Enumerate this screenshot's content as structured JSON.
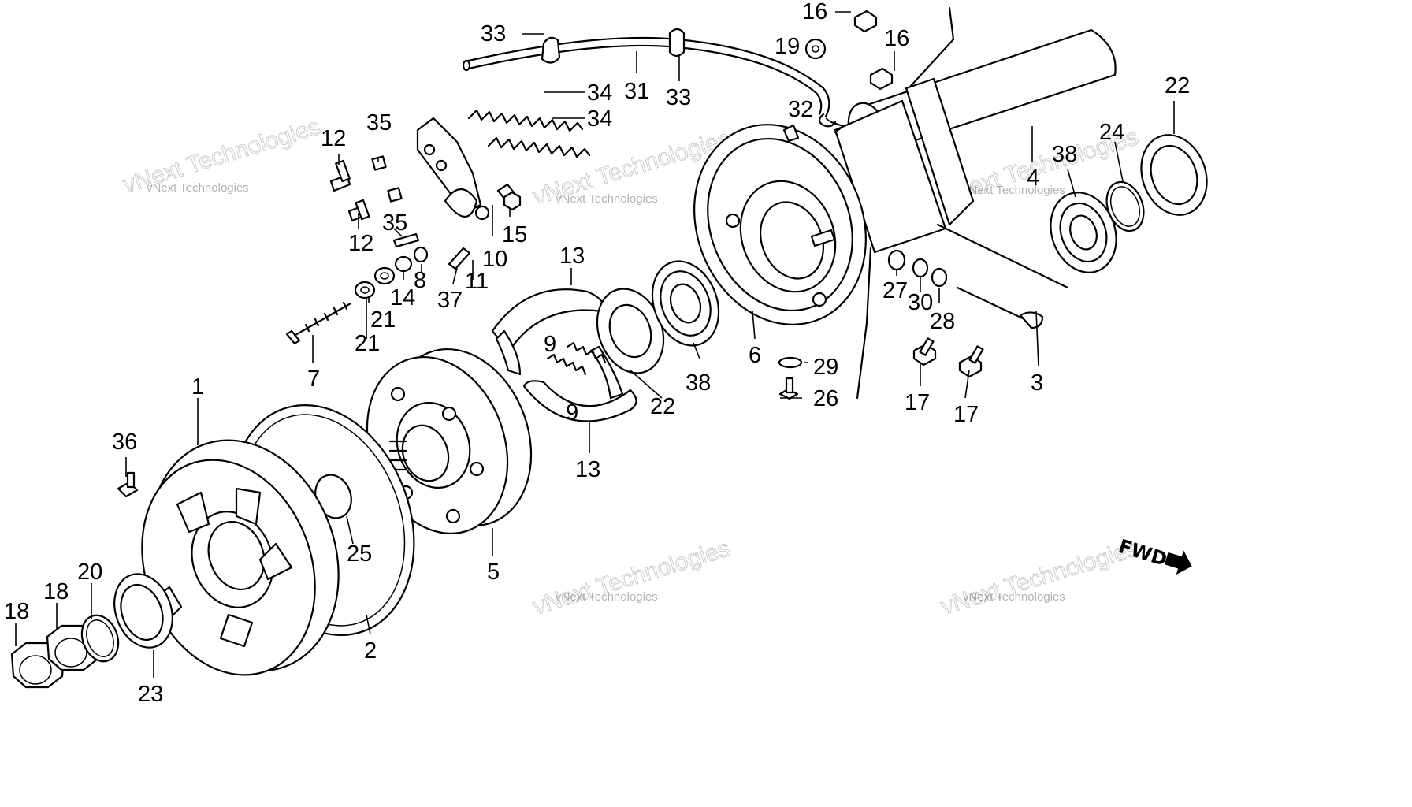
{
  "diagram": {
    "callouts": [
      {
        "id": "c1",
        "text": "1"
      },
      {
        "id": "c2",
        "text": "2"
      },
      {
        "id": "c3",
        "text": "3"
      },
      {
        "id": "c4",
        "text": "4"
      },
      {
        "id": "c5",
        "text": "5"
      },
      {
        "id": "c6",
        "text": "6"
      },
      {
        "id": "c7",
        "text": "7"
      },
      {
        "id": "c8",
        "text": "8"
      },
      {
        "id": "c9a",
        "text": "9"
      },
      {
        "id": "c9b",
        "text": "9"
      },
      {
        "id": "c10",
        "text": "10"
      },
      {
        "id": "c11",
        "text": "11"
      },
      {
        "id": "c12a",
        "text": "12"
      },
      {
        "id": "c12b",
        "text": "12"
      },
      {
        "id": "c13a",
        "text": "13"
      },
      {
        "id": "c13b",
        "text": "13"
      },
      {
        "id": "c14",
        "text": "14"
      },
      {
        "id": "c15",
        "text": "15"
      },
      {
        "id": "c16a",
        "text": "16"
      },
      {
        "id": "c16b",
        "text": "16"
      },
      {
        "id": "c17a",
        "text": "17"
      },
      {
        "id": "c17b",
        "text": "17"
      },
      {
        "id": "c18a",
        "text": "18"
      },
      {
        "id": "c18b",
        "text": "18"
      },
      {
        "id": "c19",
        "text": "19"
      },
      {
        "id": "c20",
        "text": "20"
      },
      {
        "id": "c21a",
        "text": "21"
      },
      {
        "id": "c21b",
        "text": "21"
      },
      {
        "id": "c22a",
        "text": "22"
      },
      {
        "id": "c22b",
        "text": "22"
      },
      {
        "id": "c23",
        "text": "23"
      },
      {
        "id": "c24",
        "text": "24"
      },
      {
        "id": "c25",
        "text": "25"
      },
      {
        "id": "c26",
        "text": "26"
      },
      {
        "id": "c27",
        "text": "27"
      },
      {
        "id": "c28",
        "text": "28"
      },
      {
        "id": "c29",
        "text": "29"
      },
      {
        "id": "c30",
        "text": "30"
      },
      {
        "id": "c31",
        "text": "31"
      },
      {
        "id": "c32",
        "text": "32"
      },
      {
        "id": "c33a",
        "text": "33"
      },
      {
        "id": "c33b",
        "text": "33"
      },
      {
        "id": "c34a",
        "text": "34"
      },
      {
        "id": "c34b",
        "text": "34"
      },
      {
        "id": "c35a",
        "text": "35"
      },
      {
        "id": "c35b",
        "text": "35"
      },
      {
        "id": "c36",
        "text": "36"
      },
      {
        "id": "c37",
        "text": "37"
      },
      {
        "id": "c38a",
        "text": "38"
      },
      {
        "id": "c38b",
        "text": "38"
      }
    ],
    "fwd_label": "FWD",
    "watermark": {
      "small": "vNext Technologies",
      "large": "vNext Technologies"
    }
  },
  "colors": {
    "ink": "#000000",
    "background": "#ffffff"
  }
}
